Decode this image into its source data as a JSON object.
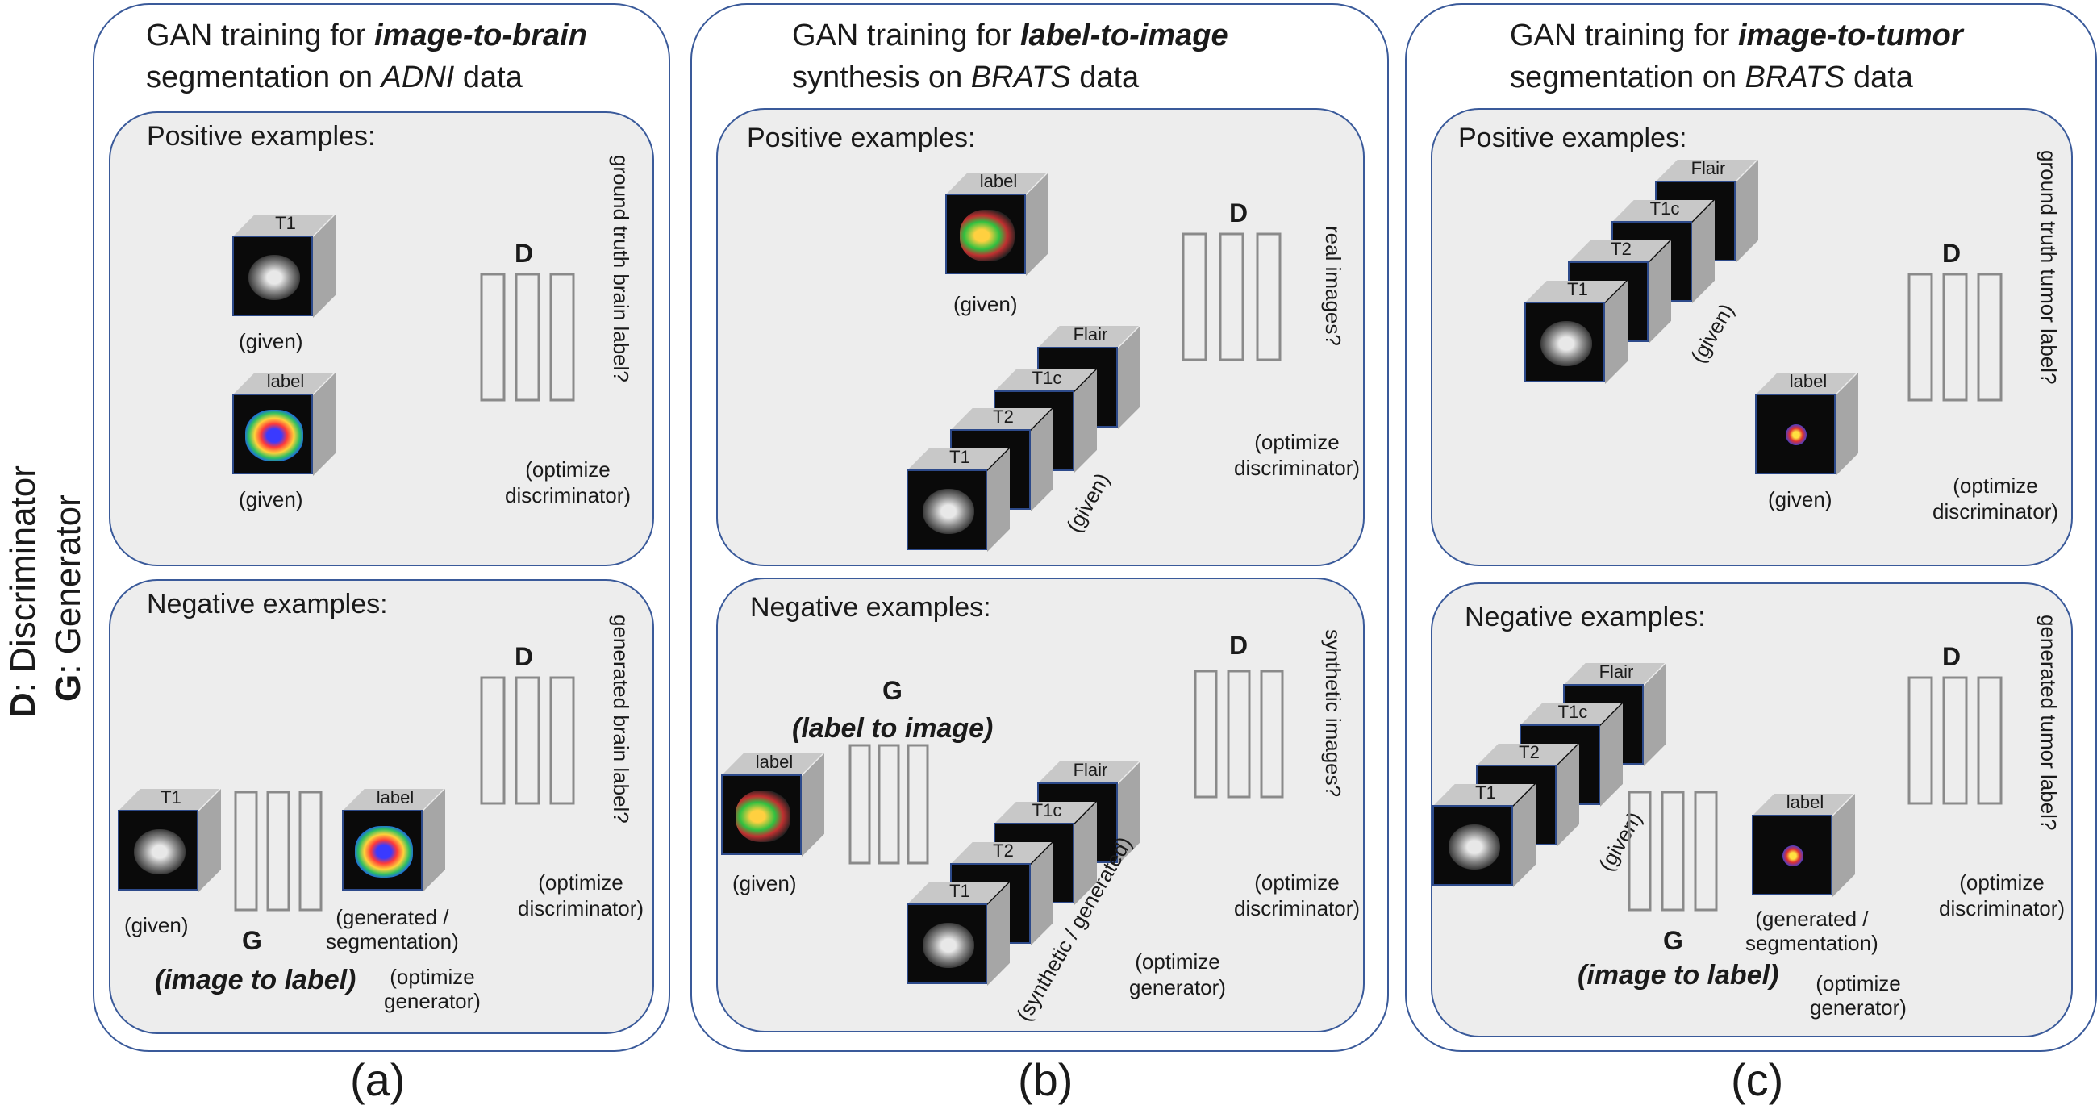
{
  "legend": {
    "discriminator": {
      "key": "D",
      "text": ": Discriminator"
    },
    "generator": {
      "key": "G",
      "text": ": Generator"
    }
  },
  "panels": [
    {
      "caption": "(a)",
      "title_line1_prefix": "GAN training for ",
      "title_line1_emph": "image-to-brain",
      "title_line2_prefix": "segmentation on ",
      "title_line2_emph": "ADNI",
      "title_line2_suffix": " data",
      "positive": {
        "title": "Positive examples:",
        "inputs": [
          {
            "cube_label": "T1",
            "caption": "(given)"
          },
          {
            "cube_label": "label",
            "caption": "(given)"
          }
        ],
        "discriminator": "D",
        "output": "ground truth brain label?",
        "optimize": "(optimize\ndiscriminator)"
      },
      "negative": {
        "title": "Negative examples:",
        "input": {
          "cube_label": "T1",
          "caption": "(given)"
        },
        "generator": "G",
        "generator_name": "(image to label)",
        "generated": {
          "cube_label": "label",
          "caption": "(generated /\nsegmentation)"
        },
        "discriminator": "D",
        "output": "generated brain label?",
        "optimize_d": "(optimize\ndiscriminator)",
        "optimize_g": "(optimize\ngenerator)"
      }
    },
    {
      "caption": "(b)",
      "title_line1_prefix": "GAN training for ",
      "title_line1_emph": "label-to-image",
      "title_line2_prefix": "synthesis on ",
      "title_line2_emph": "BRATS",
      "title_line2_suffix": " data",
      "positive": {
        "title": "Positive examples:",
        "label_input": {
          "cube_label": "label",
          "caption": "(given)"
        },
        "image_stack": [
          "T1",
          "T2",
          "T1c",
          "Flair"
        ],
        "stack_caption": "(given)",
        "discriminator": "D",
        "output": "real images?",
        "optimize": "(optimize\ndiscriminator)"
      },
      "negative": {
        "title": "Negative examples:",
        "label_input": {
          "cube_label": "label",
          "caption": "(given)"
        },
        "generator": "G",
        "generator_name": "(label to image)",
        "image_stack": [
          "T1",
          "T2",
          "T1c",
          "Flair"
        ],
        "stack_caption": "(synthetic / generated)",
        "discriminator": "D",
        "output": "synthetic images?",
        "optimize_d": "(optimize\ndiscriminator)",
        "optimize_g": "(optimize\ngenerator)"
      }
    },
    {
      "caption": "(c)",
      "title_line1_prefix": "GAN training for ",
      "title_line1_emph": "image-to-tumor",
      "title_line2_prefix": "segmentation on ",
      "title_line2_emph": "BRATS",
      "title_line2_suffix": " data",
      "positive": {
        "title": "Positive examples:",
        "image_stack": [
          "T1",
          "T2",
          "T1c",
          "Flair"
        ],
        "stack_caption": "(given)",
        "label_input": {
          "cube_label": "label",
          "caption": "(given)"
        },
        "discriminator": "D",
        "output": "ground truth tumor label?",
        "optimize": "(optimize\ndiscriminator)"
      },
      "negative": {
        "title": "Negative examples:",
        "image_stack": [
          "T1",
          "T2",
          "T1c",
          "Flair"
        ],
        "stack_caption": "(given)",
        "generator": "G",
        "generator_name": "(image to label)",
        "generated": {
          "cube_label": "label",
          "caption": "(generated /\nsegmentation)"
        },
        "discriminator": "D",
        "output": "generated tumor label?",
        "optimize_d": "(optimize\ndiscriminator)",
        "optimize_g": "(optimize\ngenerator)"
      }
    }
  ]
}
